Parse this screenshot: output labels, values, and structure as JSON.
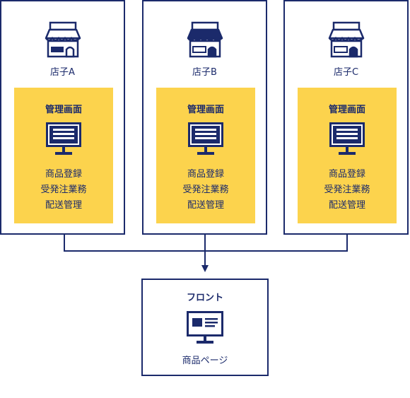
{
  "stores": [
    {
      "name": "店子A",
      "icon": "store-icon",
      "admin": {
        "title": "管理画面",
        "icon": "monitor-icon",
        "features": [
          "商品登録",
          "受発注業務",
          "配送管理"
        ]
      }
    },
    {
      "name": "店子B",
      "icon": "store-icon",
      "admin": {
        "title": "管理画面",
        "icon": "monitor-icon",
        "features": [
          "商品登録",
          "受発注業務",
          "配送管理"
        ]
      }
    },
    {
      "name": "店子C",
      "icon": "store-icon",
      "admin": {
        "title": "管理画面",
        "icon": "monitor-icon",
        "features": [
          "商品登録",
          "受発注業務",
          "配送管理"
        ]
      }
    }
  ],
  "front": {
    "title": "フロント",
    "icon": "product-page-monitor-icon",
    "label": "商品ページ"
  },
  "colors": {
    "navy": "#1b2a6b",
    "yellow": "#fcd34d",
    "background": "#ffffff"
  }
}
